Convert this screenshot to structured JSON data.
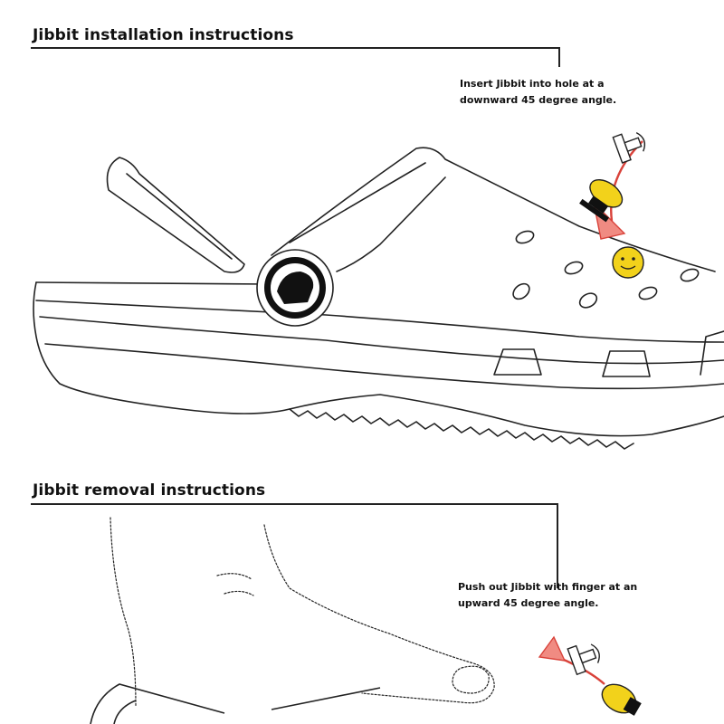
{
  "installation": {
    "heading": "Jibbit installation instructions",
    "note": "Insert Jibbit into hole at a\ndownward 45 degree angle."
  },
  "removal": {
    "heading": "Jibbit removal instructions",
    "note": "Push out Jibbit with finger at an\nupward 45 degree angle."
  },
  "colors": {
    "line": "#222222",
    "jibbit_yellow": "#f2d21b",
    "arrow_red": "#d9423a"
  }
}
